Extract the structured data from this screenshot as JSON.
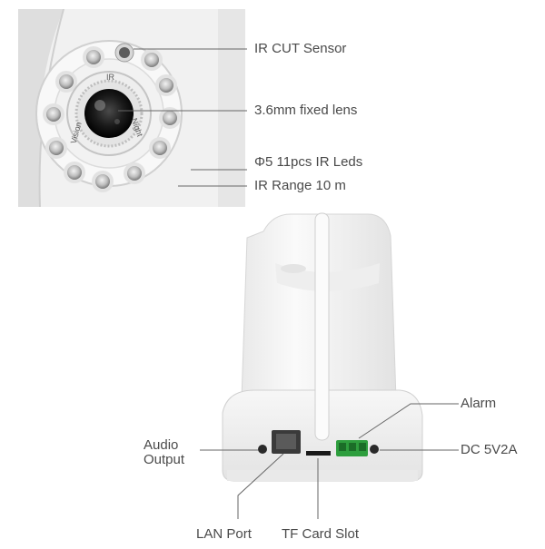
{
  "colors": {
    "background": "#ffffff",
    "plastic": "#f4f4f4",
    "callout": "#666666",
    "connector_green": "#2e9e3e",
    "ir_led": "#8a8a8a"
  },
  "callouts_top": {
    "ir_cut_sensor": "IR CUT Sensor",
    "lens": "3.6mm fixed lens",
    "ir_leds": "Φ5 11pcs IR Leds",
    "ir_range": "IR Range 10 m"
  },
  "lens_ring_text": {
    "ir": "IR",
    "night": "Night",
    "vision": "Vision"
  },
  "callouts_bottom": {
    "audio_output_line1": "Audio",
    "audio_output_line2": "Output",
    "alarm": "Alarm",
    "dc": "DC 5V2A",
    "lan_port": "LAN Port",
    "tf_card_slot": "TF Card Slot"
  },
  "icons": {
    "camera_head": "camera-closeup-photo",
    "camera_back": "camera-rear-panel-photo"
  }
}
